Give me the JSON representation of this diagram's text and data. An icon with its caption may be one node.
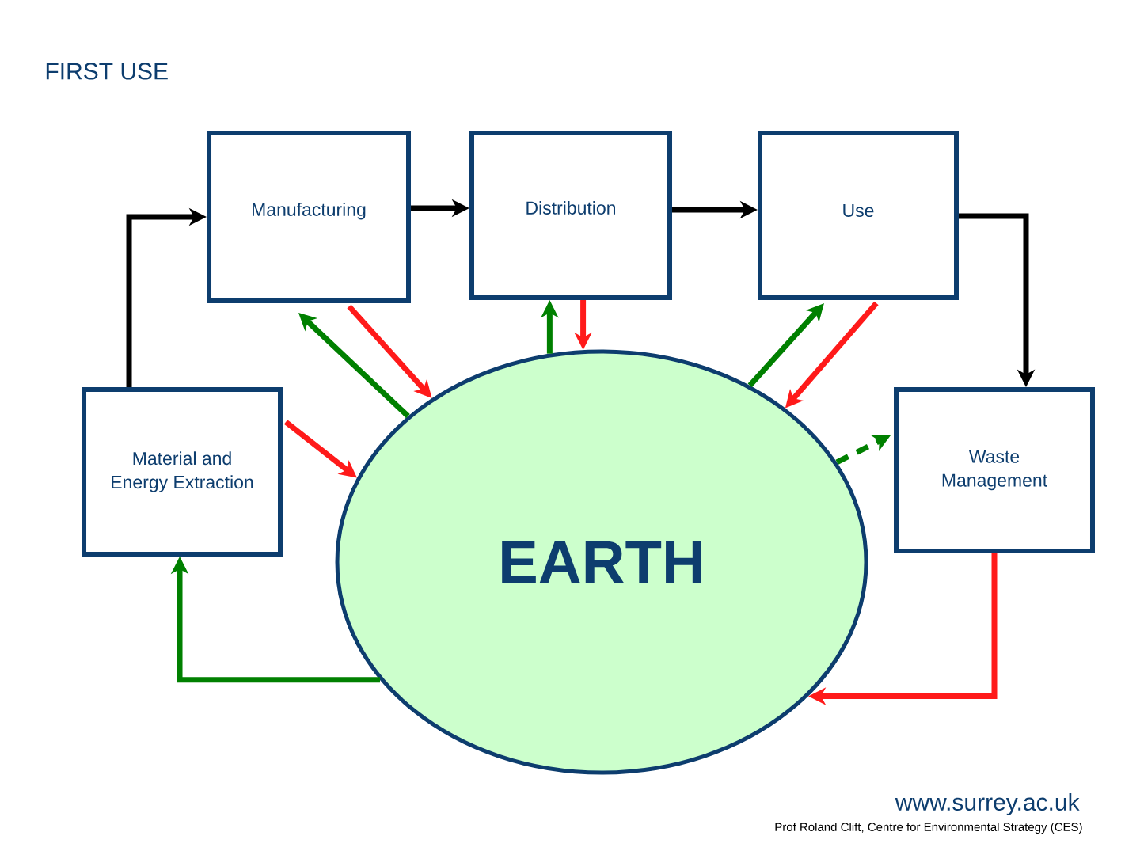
{
  "diagram": {
    "title": "FIRST USE",
    "nodes": [
      {
        "text": [
          "Manufacturing"
        ]
      },
      {
        "text": [
          "Distribution"
        ]
      },
      {
        "text": [
          "Use"
        ]
      },
      {
        "text": [
          "Material and Energy Extraction"
        ]
      },
      {
        "text": [
          "Waste Management"
        ]
      },
      {
        "text": [
          "EARTH"
        ]
      }
    ],
    "edges": [
      {
        "from": 3,
        "to": 0,
        "arrow": "to",
        "color": "#000000"
      },
      {
        "from": 0,
        "to": 1,
        "arrow": "to",
        "color": "#000000"
      },
      {
        "from": 1,
        "to": 2,
        "arrow": "to",
        "color": "#000000"
      },
      {
        "from": 2,
        "to": 4,
        "arrow": "to",
        "color": "#000000"
      },
      {
        "from": 5,
        "to": 0,
        "arrow": "to",
        "color": "#008000"
      },
      {
        "from": 0,
        "to": 5,
        "arrow": "to",
        "color": "#ff1a1a"
      },
      {
        "from": 5,
        "to": 1,
        "arrow": "to",
        "color": "#008000"
      },
      {
        "from": 1,
        "to": 5,
        "arrow": "to",
        "color": "#ff1a1a"
      },
      {
        "from": 5,
        "to": 2,
        "arrow": "to",
        "color": "#008000"
      },
      {
        "from": 2,
        "to": 5,
        "arrow": "to",
        "color": "#ff1a1a"
      },
      {
        "from": 3,
        "to": 5,
        "arrow": "to",
        "color": "#ff1a1a"
      },
      {
        "from": 5,
        "to": 4,
        "arrow": "to",
        "style": "dashed",
        "color": "#008000"
      },
      {
        "from": 4,
        "to": 5,
        "arrow": "to",
        "color": "#ff1a1a"
      },
      {
        "from": 5,
        "to": 3,
        "arrow": "to",
        "color": "#008000"
      }
    ],
    "labels": [
      "www.surrey.ac.uk",
      "Prof Roland Clift, Centre for Environmental Strategy (CES)"
    ]
  }
}
